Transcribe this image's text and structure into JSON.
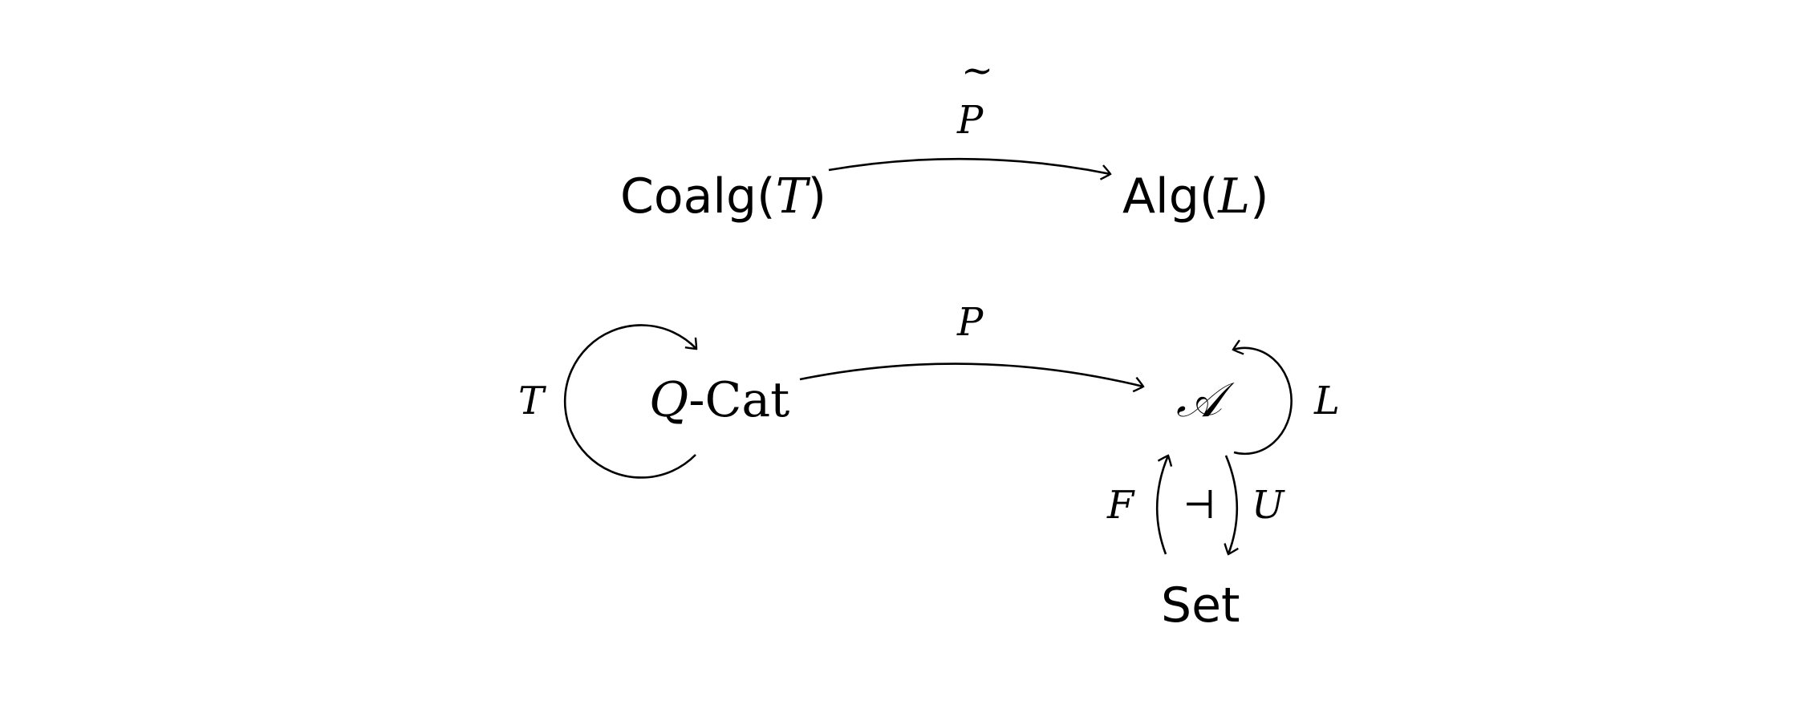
{
  "objects": {
    "coalg": {
      "name": "Coalg",
      "open": "(",
      "arg": "T",
      "close": ")"
    },
    "alg": {
      "name": "Alg",
      "open": "(",
      "arg": "L",
      "close": ")"
    },
    "qcat": {
      "q": "Q",
      "rest": "-Cat"
    },
    "a": "𝒜",
    "set": "Set"
  },
  "morphisms": {
    "p_tilde": "P",
    "p_tilde_accent": "~",
    "p": "P",
    "t": "T",
    "l": "L",
    "f": "F",
    "u": "U",
    "adjoint": "⊣"
  }
}
